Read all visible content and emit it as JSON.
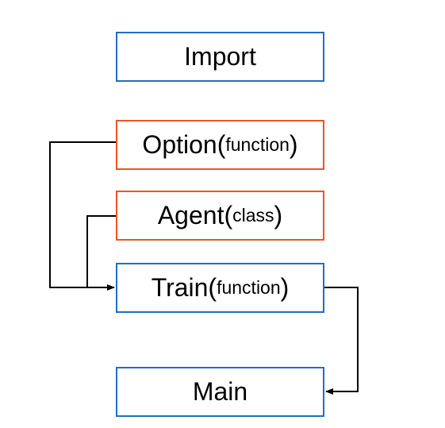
{
  "colors": {
    "blue": "#1f6fbf",
    "orange": "#ee5522",
    "line": "#000000"
  },
  "nodes": [
    {
      "id": "import",
      "label": "Import",
      "sub": "",
      "color": "blue"
    },
    {
      "id": "option",
      "label": "Option",
      "sub": "function",
      "color": "orange"
    },
    {
      "id": "agent",
      "label": "Agent",
      "sub": "class",
      "color": "orange"
    },
    {
      "id": "train",
      "label": "Train",
      "sub": "function",
      "color": "blue"
    },
    {
      "id": "main",
      "label": "Main",
      "sub": "",
      "color": "blue"
    }
  ],
  "edges": [
    {
      "from": "option",
      "to": "train"
    },
    {
      "from": "agent",
      "to": "train"
    },
    {
      "from": "train",
      "to": "main"
    }
  ]
}
